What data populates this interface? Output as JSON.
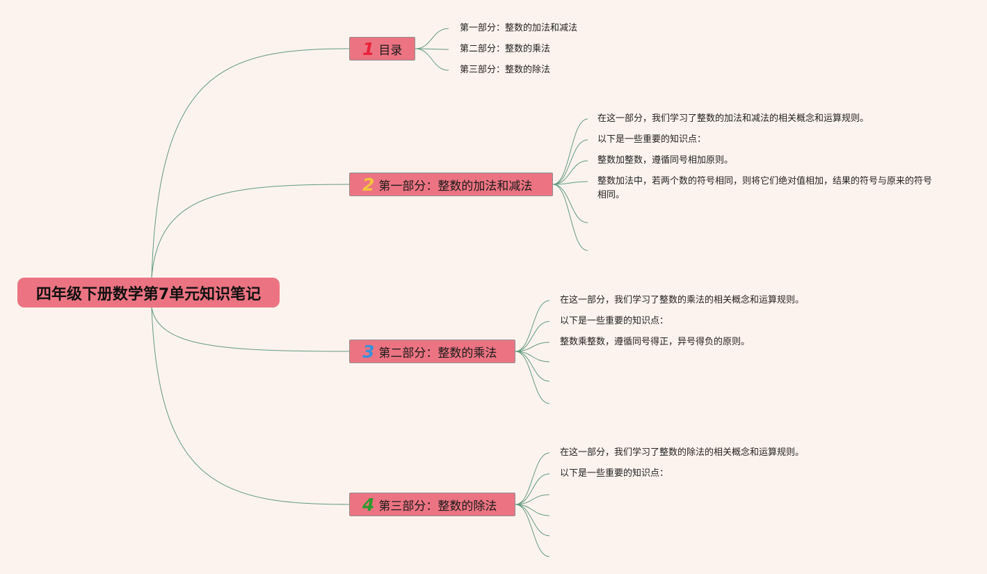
{
  "root": {
    "label": "四年级下册数学第7单元知识笔记"
  },
  "branches": [
    {
      "number": "1",
      "number_color": "#e8233a",
      "label": "目录",
      "leaves": [
        "第一部分：整数的加法和减法",
        "第二部分：整数的乘法",
        "第三部分：整数的除法"
      ]
    },
    {
      "number": "2",
      "number_color": "#f3c53d",
      "label": "第一部分：整数的加法和减法",
      "leaves": [
        "在这一部分，我们学习了整数的加法和减法的相关概念和运算规则。",
        "以下是一些重要的知识点：",
        "整数加整数，遵循同号相加原则。",
        "整数加法中，若两个数的符号相同，则将它们绝对值相加，结果的符号与原来的符号相同。"
      ]
    },
    {
      "number": "3",
      "number_color": "#3b8fd8",
      "label": "第二部分：整数的乘法",
      "leaves": [
        "在这一部分，我们学习了整数的乘法的相关概念和运算规则。",
        "以下是一些重要的知识点：",
        "整数乘整数，遵循同号得正，异号得负的原则。"
      ]
    },
    {
      "number": "4",
      "number_color": "#2e9a2e",
      "label": "第三部分：整数的除法",
      "leaves": [
        "在这一部分，我们学习了整数的除法的相关概念和运算规则。",
        "以下是一些重要的知识点："
      ]
    }
  ],
  "colors": {
    "background": "#fdf3ee",
    "node_fill": "#ec7482",
    "connector": "#5f9a7e"
  }
}
